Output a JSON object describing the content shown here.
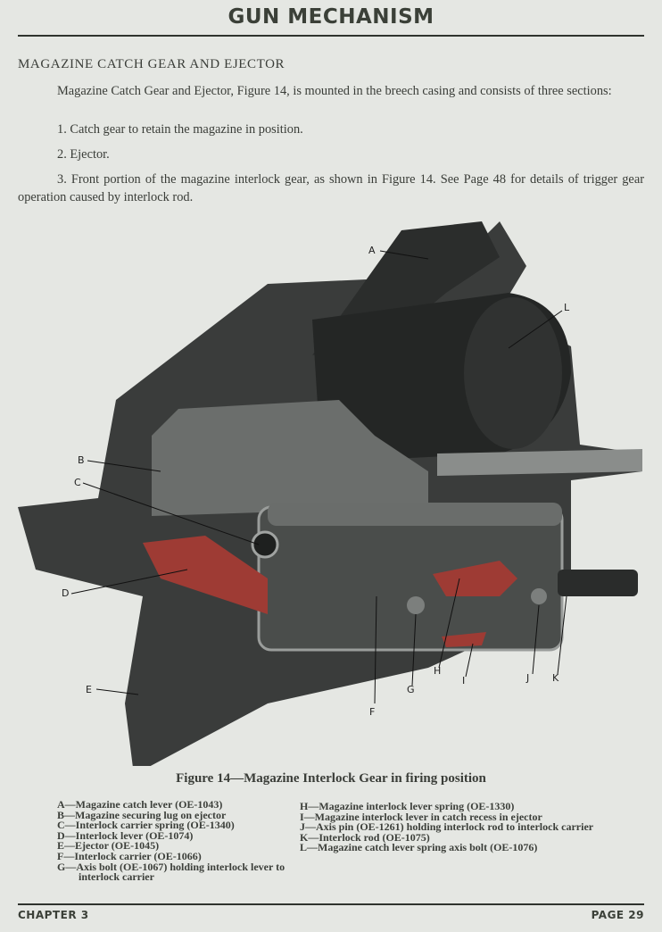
{
  "header": {
    "title": "GUN MECHANISM"
  },
  "section": {
    "title": "MAGAZINE CATCH GEAR AND EJECTOR",
    "intro": "Magazine Catch Gear and Ejector, Figure 14, is mounted in the breech casing and consists of three sections:",
    "items": [
      "1. Catch gear to retain the magazine in position.",
      "2. Ejector.",
      "3. Front portion of the magazine interlock gear, as shown in Figure 14. See Page 48 for details of trigger gear operation caused by interlock rod."
    ]
  },
  "figure": {
    "labels": [
      "A",
      "B",
      "C",
      "D",
      "E",
      "F",
      "G",
      "H",
      "I",
      "J",
      "K",
      "L"
    ],
    "caption": "Figure 14—Magazine Interlock Gear in firing position",
    "colors": {
      "metal_dark": "#2b2d2c",
      "metal_mid": "#5a5d5b",
      "lever_red": "#9e3b34"
    }
  },
  "legend": {
    "left": [
      "A—Magazine catch lever (OE-1043)",
      "B—Magazine securing lug on ejector",
      "C—Interlock carrier spring (OE-1340)",
      "D—Interlock lever (OE-1074)",
      "E—Ejector (OE-1045)",
      "F—Interlock carrier (OE-1066)",
      "G—Axis bolt (OE-1067) holding interlock lever to interlock carrier"
    ],
    "right": [
      "H—Magazine interlock lever spring (OE-1330)",
      "I—Magazine interlock lever in catch recess in ejector",
      "J—Axis pin (OE-1261) holding interlock rod to interlock carrier",
      "K—Interlock rod (OE-1075)",
      "L—Magazine catch lever spring axis bolt (OE-1076)"
    ]
  },
  "footer": {
    "chapter": "CHAPTER 3",
    "page": "PAGE 29"
  }
}
